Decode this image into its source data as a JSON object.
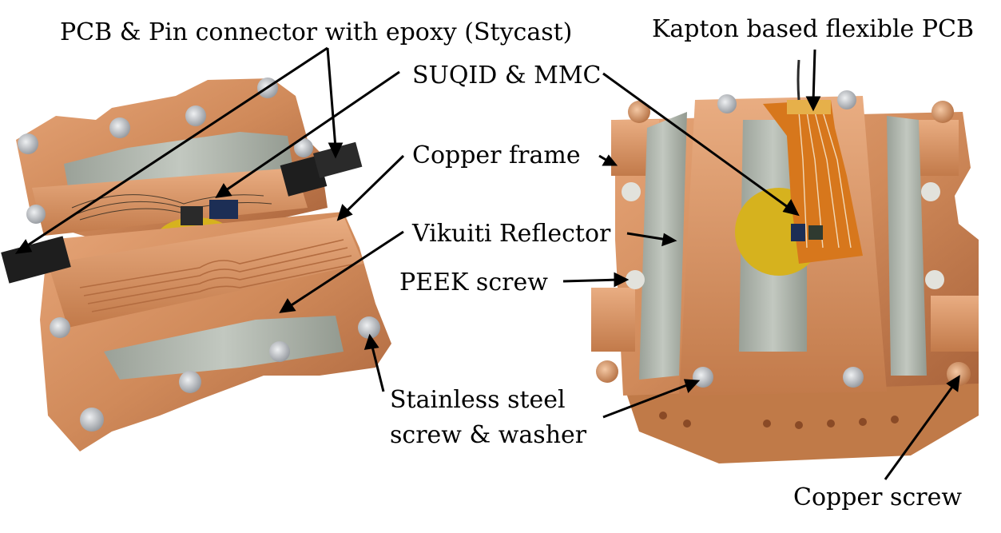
{
  "labels": {
    "pcb_pin": "PCB & Pin connector with epoxy (Stycast)",
    "kapton": "Kapton based flexible PCB",
    "suqid": "SUQID & MMC",
    "copper_frame": "Copper frame",
    "vikuiti": "Vikuiti Reflector",
    "peek": "PEEK screw",
    "stainless_1": "Stainless steel",
    "stainless_2": "screw & washer",
    "copper_screw": "Copper screw"
  },
  "colors": {
    "copper": "#d08a5a",
    "copper_dark": "#a8623a",
    "copper_light": "#e6a578",
    "reflector": "#a9b0a6",
    "gold": "#d6b21e",
    "flex_pcb": "#d7771c",
    "connector": "#1e1e1e",
    "screw": "#c8ccd0"
  }
}
